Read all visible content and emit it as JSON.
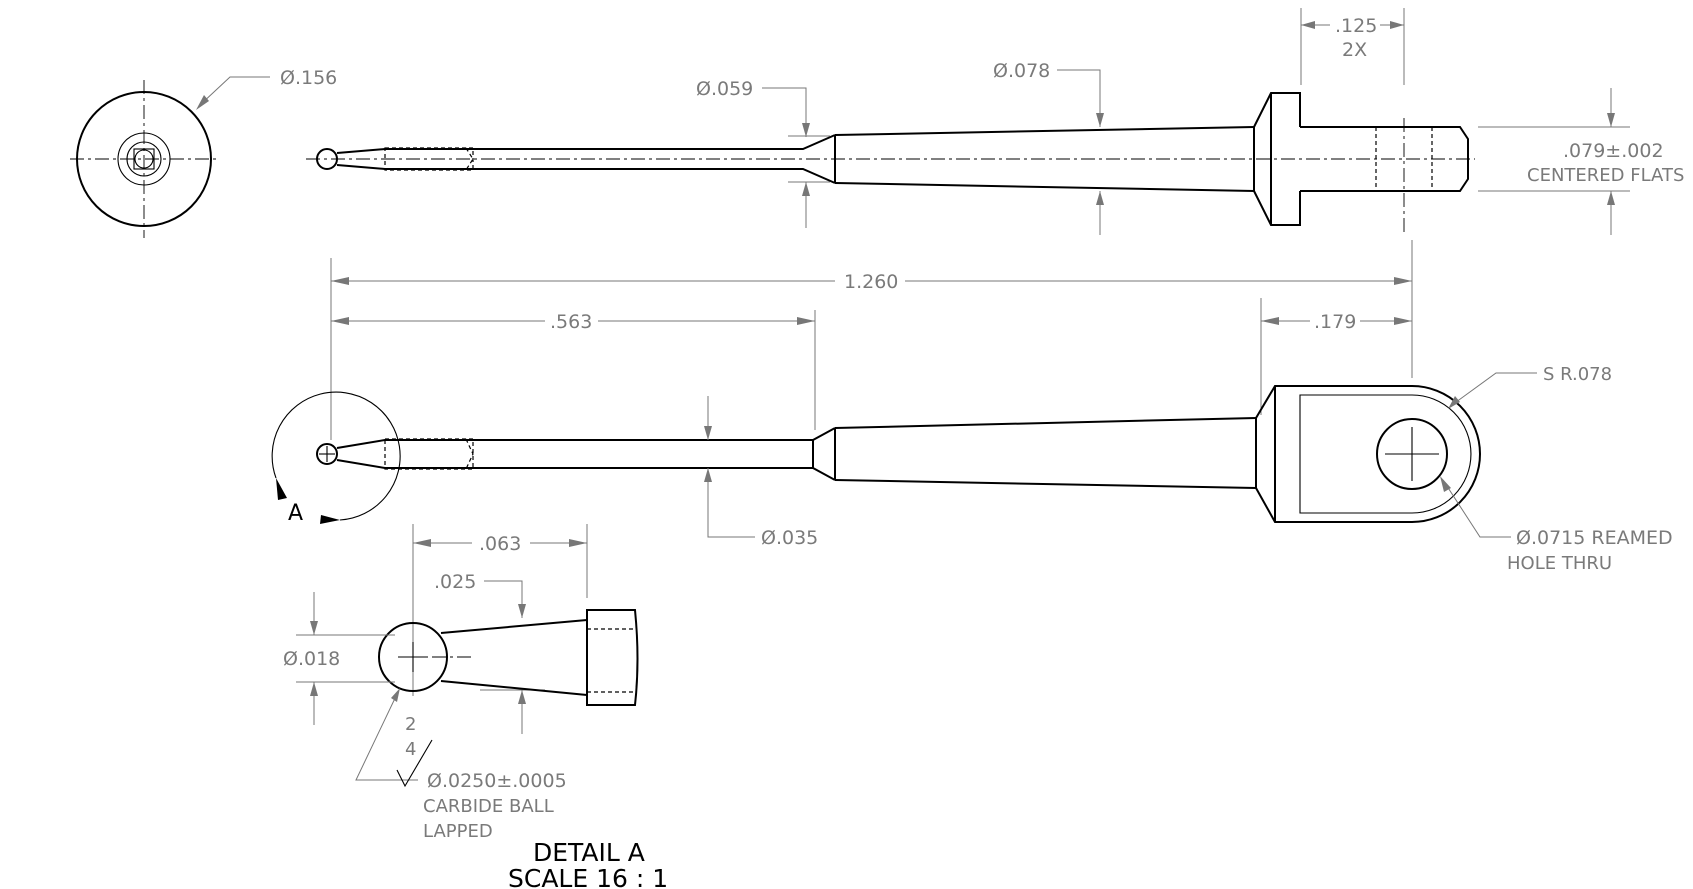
{
  "dimensions": {
    "end_view_dia": "Ø.156",
    "neck_dia": "Ø.059",
    "body_dia": "Ø.078",
    "flat_width": ".125",
    "flat_qty": "2X",
    "flats_tol": ".079±.002",
    "flats_note": "CENTERED FLATS",
    "overall_length": "1.260",
    "shank_length": ".563",
    "head_length": ".179",
    "head_radius": "S R.078",
    "small_dia": "Ø.035",
    "hole_dia": "Ø.0715 REAMED",
    "hole_note": "HOLE THRU",
    "detail_len1": ".063",
    "detail_len2": ".025",
    "detail_dia": "Ø.018",
    "ball_dia": "Ø.0250±.0005",
    "ball_note1": "CARBIDE BALL",
    "ball_note2": "LAPPED",
    "finish_top": "2",
    "finish_bottom": "4"
  },
  "detail": {
    "label": "A",
    "title": "DETAIL A",
    "scale": "SCALE 16 : 1"
  }
}
